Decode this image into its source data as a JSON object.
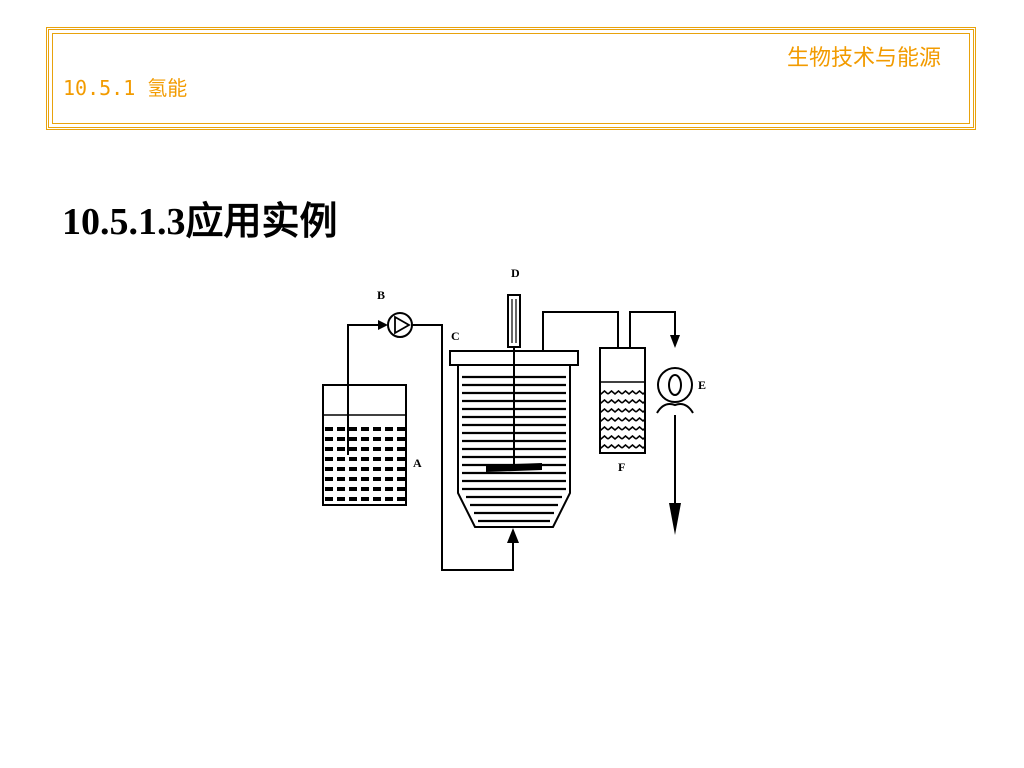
{
  "header": {
    "course_title": "生物技术与能源",
    "section_label": "10.5.1 氢能"
  },
  "slide": {
    "heading": "10.5.1.3应用实例"
  },
  "diagram": {
    "labels": {
      "a": "A",
      "b": "B",
      "c": "C",
      "d": "D",
      "e": "E",
      "f": "F"
    }
  },
  "colors": {
    "accent": "#f29b00",
    "frame": "#e8a20c",
    "ink": "#000000"
  }
}
